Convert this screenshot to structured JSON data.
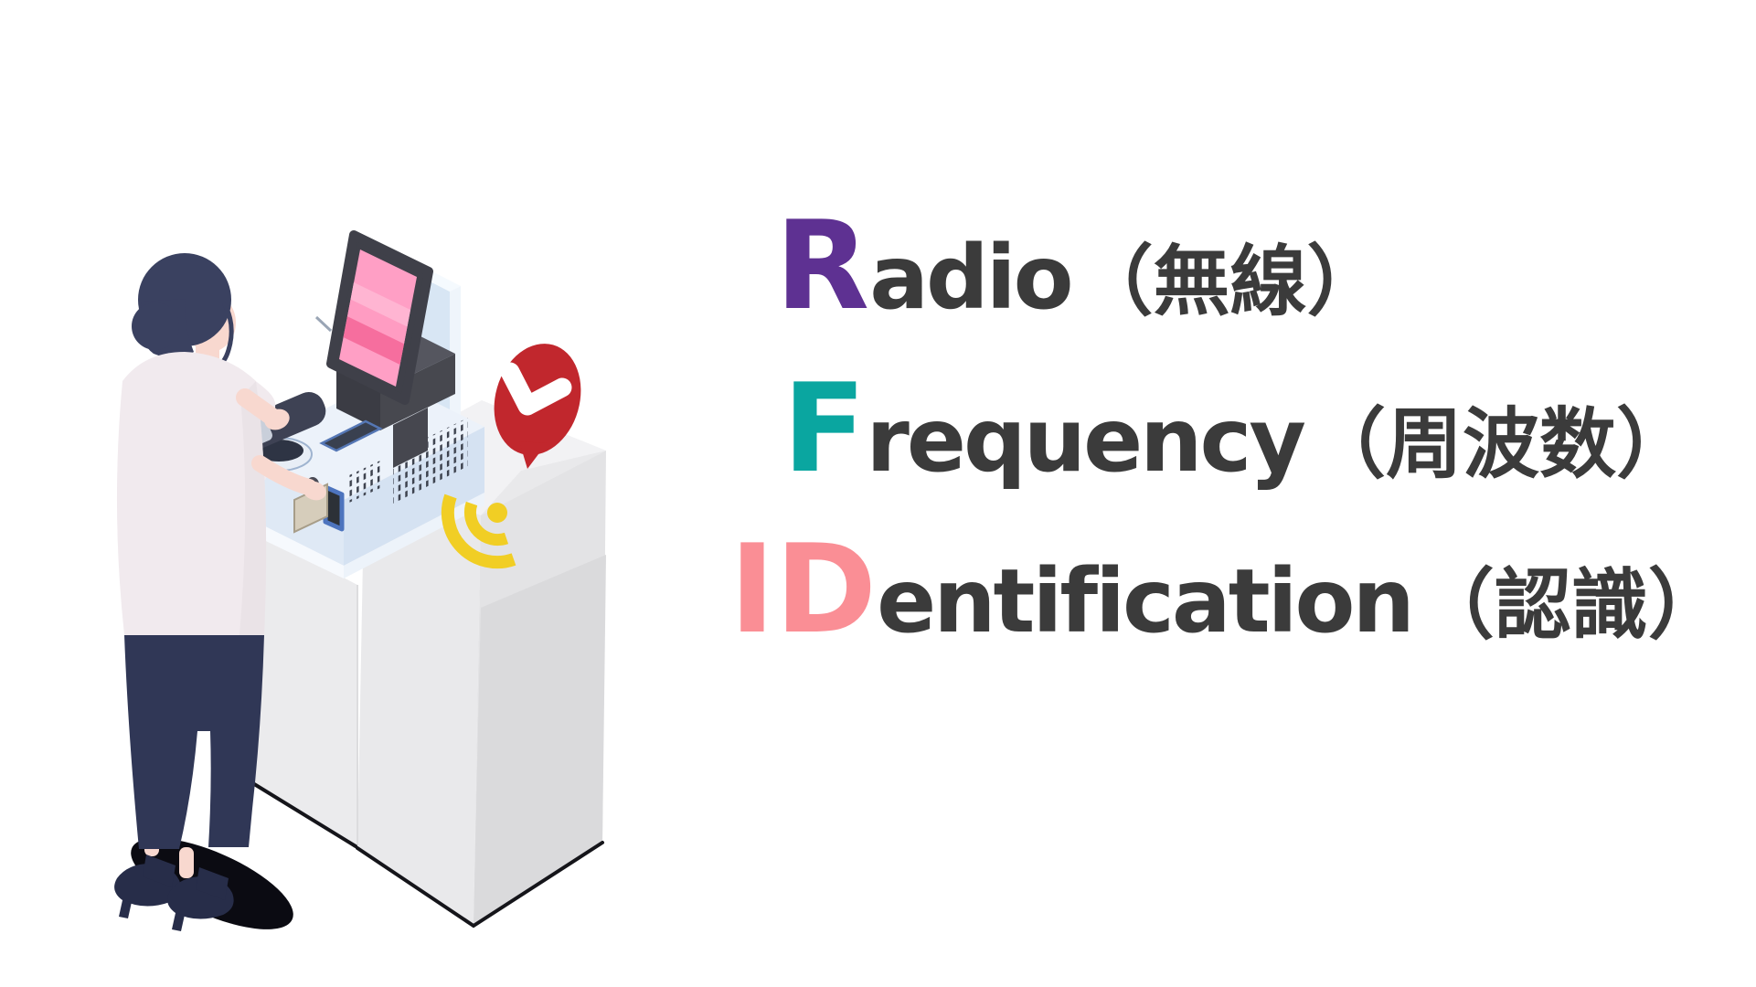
{
  "page": {
    "background_color": "#FFFFFF"
  },
  "acronym": {
    "text_color": "#3B3B3B",
    "lines": [
      {
        "initial": "R",
        "initial_color": "#5E3192",
        "word_rest": "adio",
        "annotation_jp": "（無線）"
      },
      {
        "initial": "F",
        "initial_color": "#0AA6A0",
        "word_rest": "requency",
        "annotation_jp": "（周波数）"
      },
      {
        "initial": "ID",
        "initial_color": "#FA8E95",
        "word_rest": "entification",
        "annotation_jp": "（認識）"
      }
    ]
  },
  "illustration": {
    "alt": "Woman using a self-checkout POS kiosk on a pedestal, with a wireless signal mark and a red confirmation speech bubble",
    "icons": [
      {
        "name": "checkmark-speech-bubble-icon",
        "color": "#C1272D",
        "glyph": "✓"
      },
      {
        "name": "wireless-signal-icon",
        "color": "#F1CE24"
      }
    ],
    "palette": {
      "hair": "#3A4160",
      "skin": "#F8D8CF",
      "shirt": "#F1EAEE",
      "shirt_shade": "#E4DDE2",
      "pants": "#303756",
      "shoes": "#272D49",
      "shadow": "#0B0B12",
      "machine_top": "#ECF2FA",
      "machine_front": "#DFE9F5",
      "machine_side": "#D5E2F2",
      "bezel": "#3F4049",
      "screen_pink": "#FF9FC5",
      "stripe_light": "#FFB5D2",
      "stripe_mid": "#FF9CC2",
      "stripe_dark": "#F66E9E",
      "back_panel": "#D8E6F4",
      "stand": "#47484F",
      "terminal": "#3E4254",
      "vent": "#3D424E",
      "slot_blue": "#4D74BE",
      "card": "#D6CDBB",
      "pedestal_top": "#F2F2F4",
      "pedestal_front": "#E9E9EB",
      "pedestal_side": "#E3E3E5",
      "pedestal_shade": "#DADADC",
      "outline": "#15151A",
      "bubble_red": "#C1272D",
      "check_white": "#FFFFFF",
      "signal_yellow": "#F1CE24"
    }
  }
}
